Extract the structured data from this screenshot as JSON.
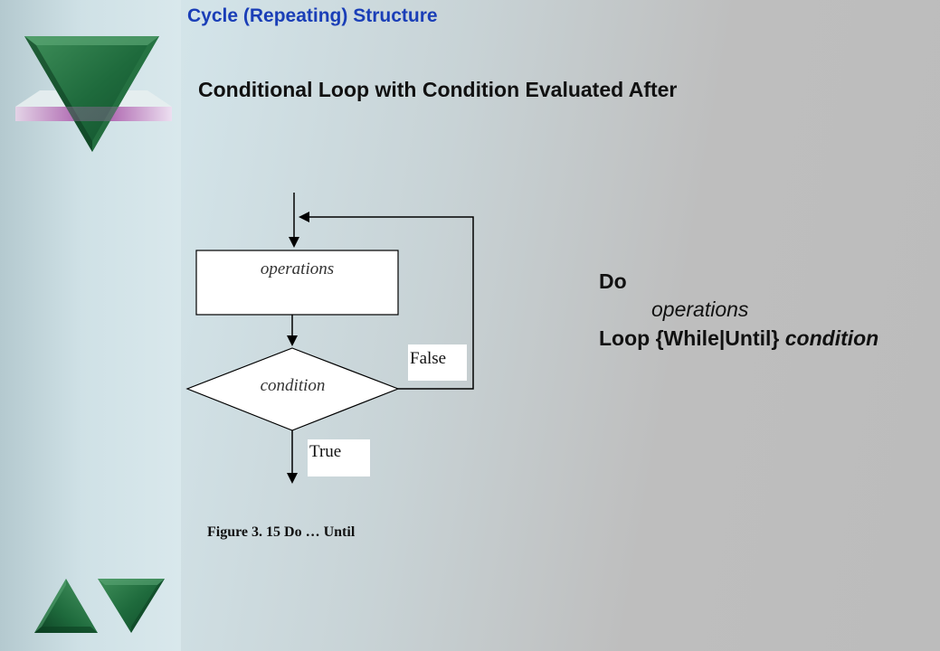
{
  "slide": {
    "title": "Cycle (Repeating) Structure",
    "subtitle": "Conditional Loop with Condition Evaluated After"
  },
  "flowchart": {
    "process_label": "operations",
    "decision_label": "condition",
    "false_label": "False",
    "true_label": "True",
    "caption": "Figure 3. 15 Do … Until"
  },
  "syntax": {
    "line1": "Do",
    "line2": "operations",
    "line3_keyword": "Loop {While|Until}",
    "line3_condition": "condition"
  },
  "colors": {
    "title": "#1a3eb7",
    "gem_green": "#1f6b3c",
    "bar_pink": "#b66cb6"
  }
}
